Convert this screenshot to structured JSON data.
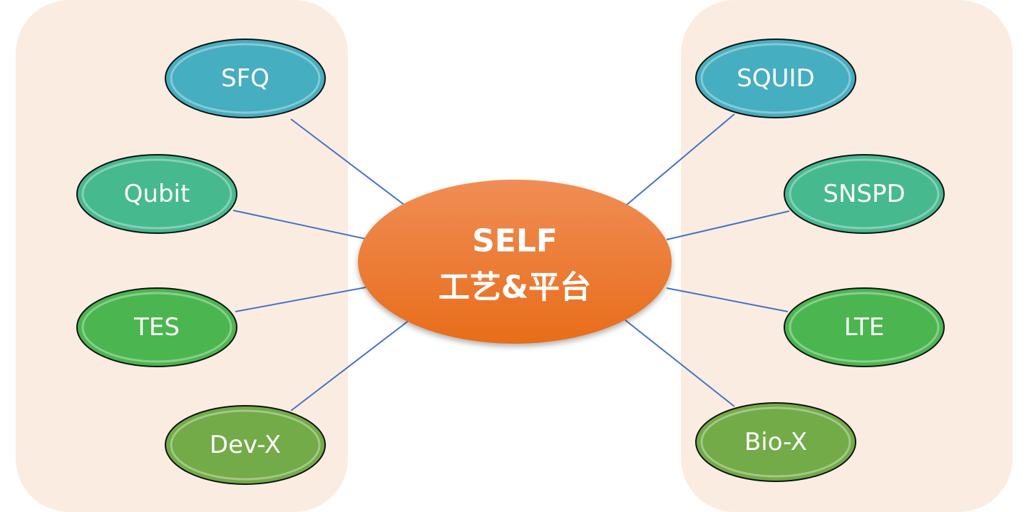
{
  "center": {
    "title": "SELF",
    "subtitle": "工艺&平台",
    "color": "#f07a2a"
  },
  "left_nodes": [
    {
      "label": "SFQ",
      "color": "#45aec0"
    },
    {
      "label": "Qubit",
      "color": "#46b98f"
    },
    {
      "label": "TES",
      "color": "#4bb64f"
    },
    {
      "label": "Dev-X",
      "color": "#72ab47"
    }
  ],
  "right_nodes": [
    {
      "label": "SQUID",
      "color": "#45aec0"
    },
    {
      "label": "SNSPD",
      "color": "#46b98f"
    },
    {
      "label": "LTE",
      "color": "#4bb64f"
    },
    {
      "label": "Bio-X",
      "color": "#72ab47"
    }
  ],
  "panel_color": "#fbece2",
  "link_color": "#4472c4"
}
